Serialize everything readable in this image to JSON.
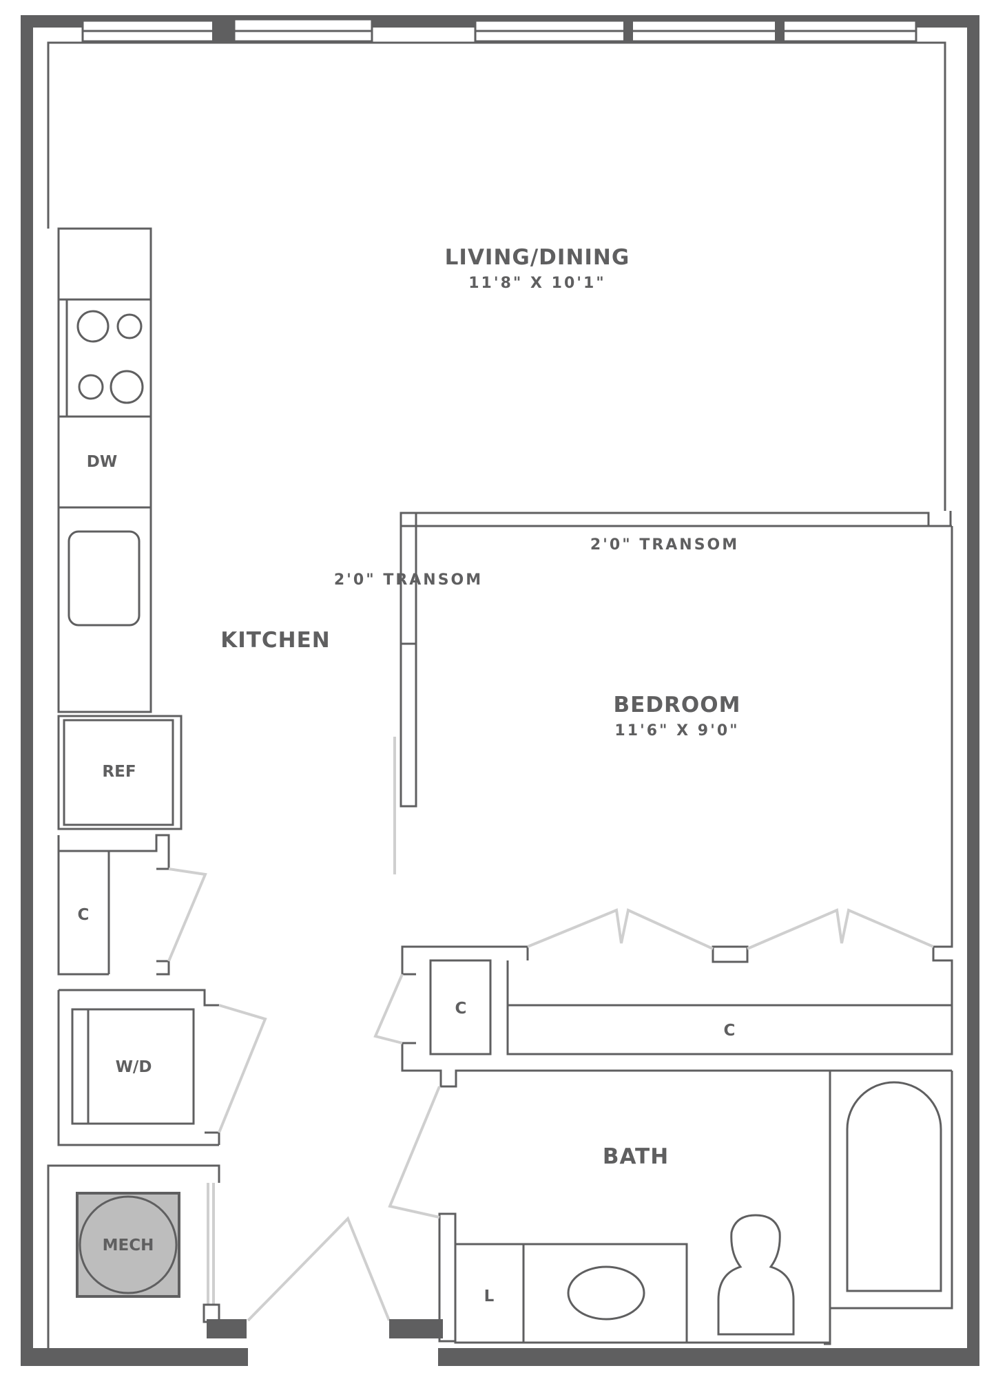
{
  "rooms": {
    "living": {
      "name": "LIVING/DINING",
      "dims": "11'8\" X 10'1\""
    },
    "bedroom": {
      "name": "BEDROOM",
      "dims": "11'6\" X 9'0\""
    },
    "kitchen": {
      "name": "KITCHEN"
    },
    "bath": {
      "name": "BATH"
    }
  },
  "transoms": {
    "top": "2'0\" TRANSOM",
    "left": "2'0\" TRANSOM"
  },
  "fixtures": {
    "dishwasher": "DW",
    "refrigerator": "REF",
    "closet_kitchen": "C",
    "washer_dryer": "W/D",
    "mechanical": "MECH",
    "closet_small": "C",
    "closet_bedroom": "C",
    "linen": "L"
  },
  "colors": {
    "wall": "#5f5f60",
    "door_swing": "#cfcfcf",
    "mech_fill": "#bdbdbd"
  }
}
